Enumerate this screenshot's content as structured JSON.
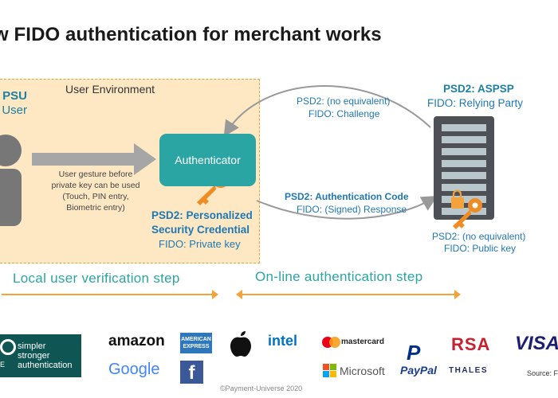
{
  "title": "w FIDO authentication for merchant works",
  "user_env": {
    "label": "User Environment",
    "psu_line1": ": PSU",
    "psu_line2": ": User"
  },
  "authenticator": {
    "label": "Authenticator"
  },
  "gesture": {
    "line1": "User gesture before",
    "line2": "private key can be used",
    "line3": "(Touch, PIN entry,",
    "line4": "Biometric entry)"
  },
  "credential": {
    "line1": "PSD2: Personalized",
    "line2": "Security Credential",
    "line3": "FIDO: Private key"
  },
  "challenge": {
    "line1": "PSD2: (no equivalent)",
    "line2": "FIDO: Challenge"
  },
  "auth_code": {
    "line1": "PSD2: Authentication Code",
    "line2": "FIDO: (Signed) Response"
  },
  "aspsp": {
    "line1": "PSD2: ASPSP",
    "line2": "FIDO: Relying Party"
  },
  "server_key": {
    "line1": "PSD2: (no equivalent)",
    "line2": "FIDO: Public key"
  },
  "steps": {
    "local": "Local  user verification step",
    "online": "On-line authentication step"
  },
  "logos": {
    "fido_line1": "simpler",
    "fido_line2": "stronger",
    "fido_line3": "authentication",
    "fido_mini": "E",
    "amazon": "amazon",
    "google": "Google",
    "amex_line1": "AMERICAN",
    "amex_line2": "EXPRESS",
    "facebook": "f",
    "intel": "intel",
    "mastercard": "mastercard",
    "microsoft": "Microsoft",
    "paypal": "PayPal",
    "rsa": "RSA",
    "thales": "THALES",
    "visa": "VISA"
  },
  "source": "Source: Fi",
  "copyright": "©Payment-Universe 2020",
  "colors": {
    "teal": "#2aa5a3",
    "blue": "#1f78b4",
    "env_fill": "#fde8c3",
    "env_border": "#e6a43a"
  }
}
